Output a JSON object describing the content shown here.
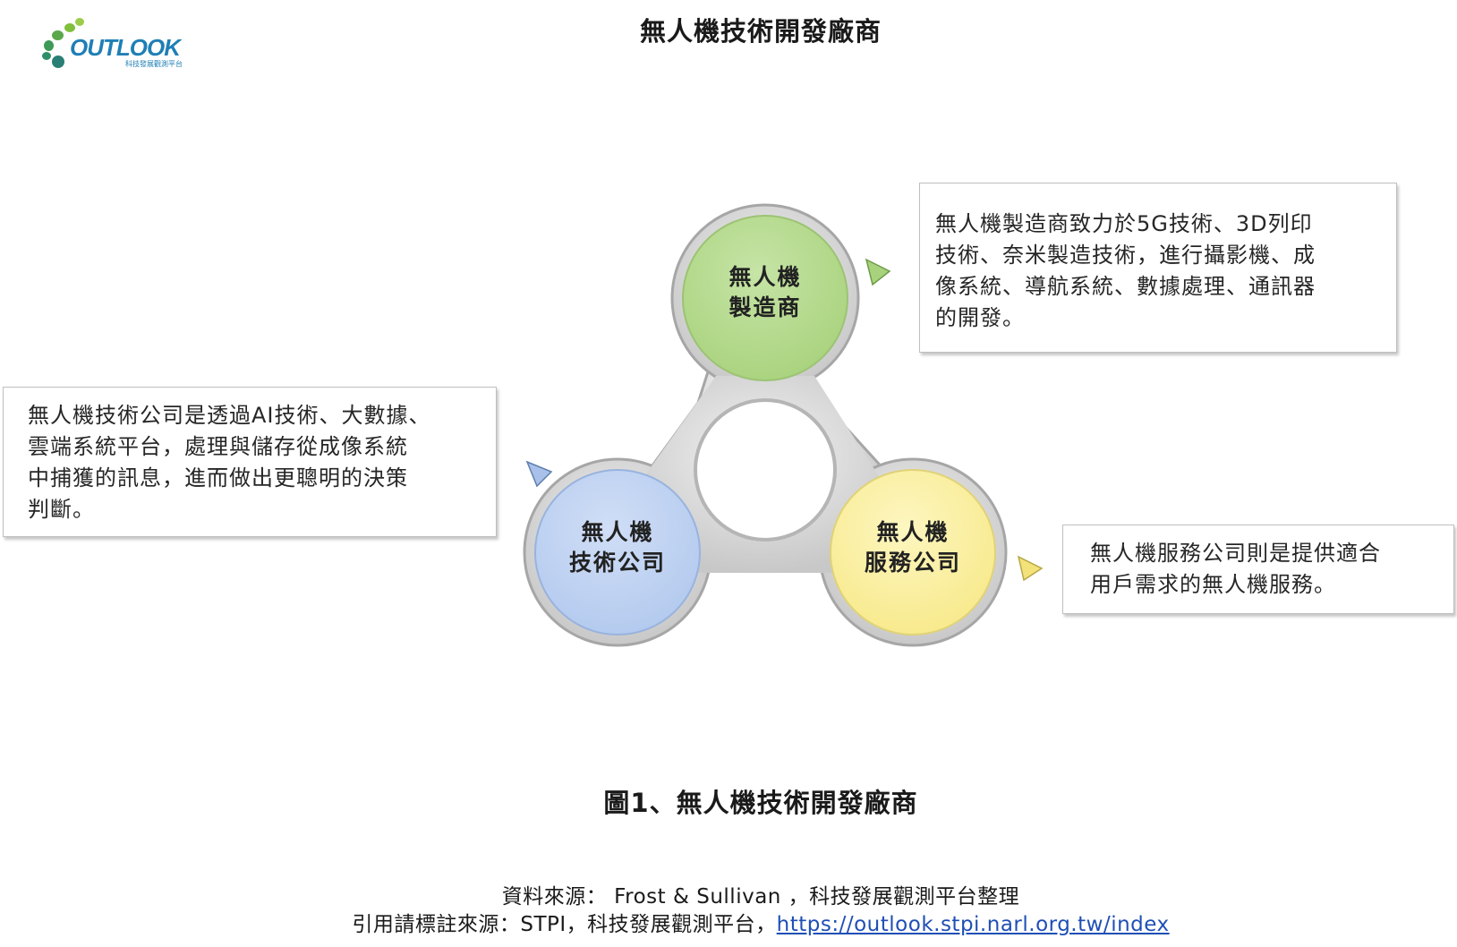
{
  "logo": {
    "word": "OUTLOOK",
    "subtitle": "科技發展觀測平台"
  },
  "title": "無人機技術開發廠商",
  "circles": {
    "manufacturer": {
      "line1": "無人機",
      "line2": "製造商",
      "fill": "#b3d98c"
    },
    "tech_company": {
      "line1": "無人機",
      "line2": "技術公司",
      "fill": "#bdd2f2"
    },
    "service_company": {
      "line1": "無人機",
      "line2": "服務公司",
      "fill": "#fbf0a3"
    }
  },
  "descriptions": {
    "manufacturer": [
      "無人機製造商致力於5G技術、3D列印",
      "技術、奈米製造技術，進行攝影機、成",
      "像系統、導航系統、數據處理、通訊器",
      "的開發。"
    ],
    "tech_company": [
      "無人機技術公司是透過AI技術、大數據、",
      "雲端系統平台，處理與儲存從成像系統",
      "中捕獲的訊息，進而做出更聰明的決策",
      "判斷。"
    ],
    "service_company": [
      "無人機服務公司則是提供適合",
      "用戶需求的無人機服務。"
    ]
  },
  "caption": "圖1、無人機技術開發廠商",
  "source_line1": "資料來源： Frost & Sullivan ，科技發展觀測平台整理",
  "source_line2_prefix": "引用請標註來源：STPI，科技發展觀測平台，",
  "source_link": "https://outlook.stpi.narl.org.tw/index",
  "colors": {
    "ring": "#d4d4d4",
    "ring_edge": "#a6a6a6",
    "green": "#b3d98c",
    "blue": "#bdd2f2",
    "yellow": "#fbf0a3",
    "link": "#1f4fb5"
  }
}
